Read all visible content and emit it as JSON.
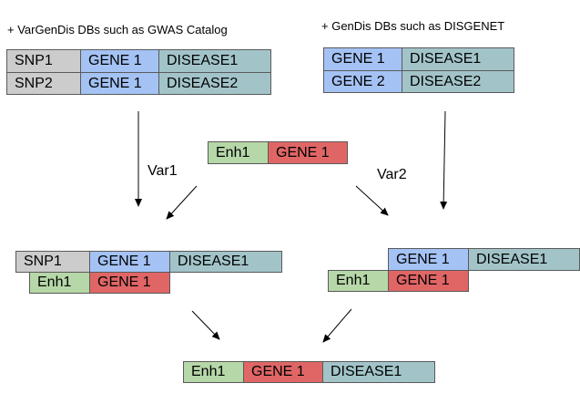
{
  "captions": {
    "vargendis": "+ VarGenDis DBs such as GWAS Catalog",
    "gendis": "+ GenDis DBs such as DISGENET"
  },
  "colors": {
    "snp": "#cccccc",
    "gene": "#a4c2f4",
    "disease": "#a2c4c9",
    "enhancer": "#b6d7a8",
    "gene_target": "#e06666"
  },
  "tables": {
    "vargendis": [
      [
        "SNP1",
        "GENE 1",
        "DISEASE1"
      ],
      [
        "SNP2",
        "GENE 1",
        "DISEASE2"
      ]
    ],
    "gendis": [
      [
        "GENE 1",
        "DISEASE1"
      ],
      [
        "GENE 2",
        "DISEASE2"
      ]
    ],
    "enhancer_gene": [
      "Enh1",
      "GENE 1"
    ],
    "var1_result": {
      "snp_row": [
        "SNP1",
        "GENE 1",
        "DISEASE1"
      ],
      "enh_row": [
        "Enh1",
        "GENE 1"
      ]
    },
    "var2_result": {
      "gene_row": [
        "GENE 1",
        "DISEASE1"
      ],
      "enh_row": [
        "Enh1",
        "GENE 1"
      ]
    },
    "final": [
      "Enh1",
      "GENE 1",
      "DISEASE1"
    ]
  },
  "labels": {
    "var1": "Var1",
    "var2": "Var2"
  }
}
